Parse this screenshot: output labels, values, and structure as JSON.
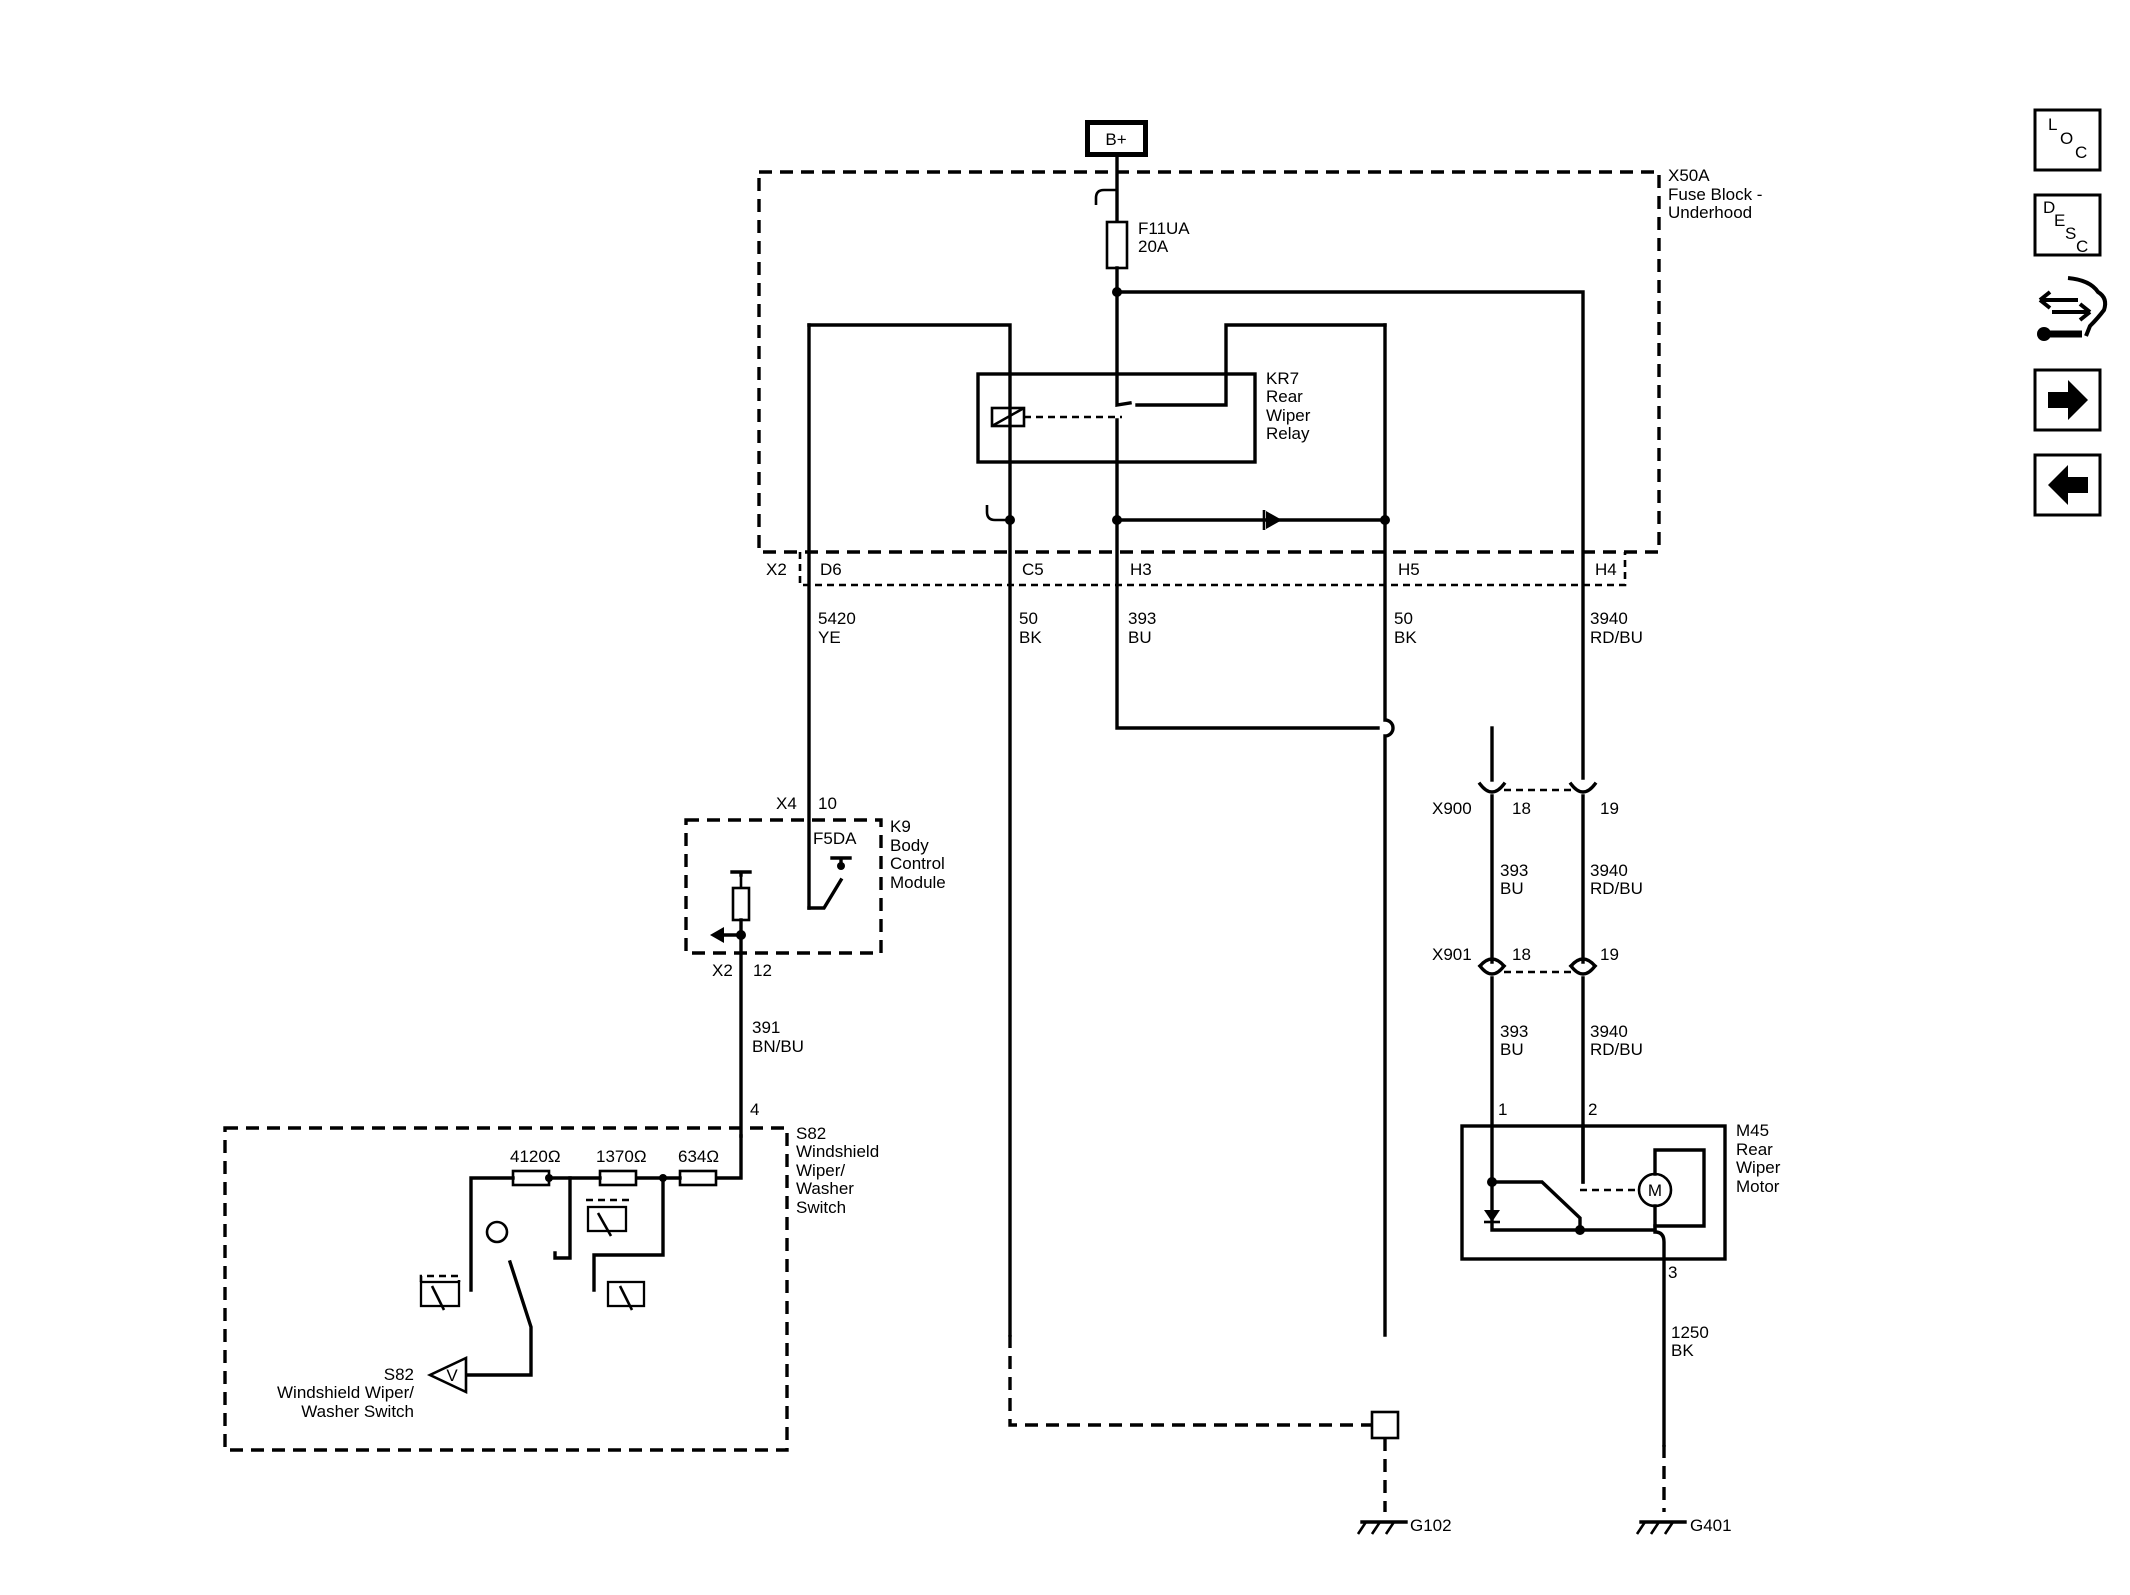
{
  "power": {
    "label": "B+"
  },
  "fuse_block": {
    "name": "X50A",
    "desc_lines": [
      "Fuse Block -",
      "Underhood"
    ],
    "fuse_name": "F11UA",
    "fuse_rating": "20A",
    "connector": "X2",
    "pins": [
      "D6",
      "C5",
      "H3",
      "H5",
      "H4"
    ]
  },
  "relay": {
    "name": "KR7",
    "desc_lines": [
      "Rear",
      "Wiper",
      "Relay"
    ]
  },
  "wires": [
    {
      "circuit": "5420",
      "color": "YE"
    },
    {
      "circuit": "50",
      "color": "BK"
    },
    {
      "circuit": "393",
      "color": "BU"
    },
    {
      "circuit": "50",
      "color": "BK"
    },
    {
      "circuit": "3940",
      "color": "RD/BU"
    },
    {
      "circuit": "393",
      "color": "BU"
    },
    {
      "circuit": "3940",
      "color": "RD/BU"
    },
    {
      "circuit": "393",
      "color": "BU"
    },
    {
      "circuit": "3940",
      "color": "RD/BU"
    },
    {
      "circuit": "391",
      "color": "BN/BU"
    },
    {
      "circuit": "1250",
      "color": "BK"
    }
  ],
  "bcm": {
    "name": "K9",
    "desc_lines": [
      "Body",
      "Control",
      "Module"
    ],
    "fet": "F5DA",
    "top_connector": "X4",
    "top_pin": "10",
    "bottom_connector": "X2",
    "bottom_pin": "12"
  },
  "inline_connectors": [
    {
      "name": "X900",
      "pin_a": "18",
      "pin_b": "19"
    },
    {
      "name": "X901",
      "pin_a": "18",
      "pin_b": "19"
    }
  ],
  "switch": {
    "name": "S82",
    "desc_lines": [
      "Windshield",
      "Wiper/",
      "Washer",
      "Switch"
    ],
    "label_lines": [
      "S82",
      "Windshield Wiper/",
      "Washer Switch"
    ],
    "pin": "4",
    "resistors": [
      "4120Ω",
      "1370Ω",
      "634Ω"
    ],
    "arrow_symbol": "V"
  },
  "motor": {
    "name": "M45",
    "desc_lines": [
      "Rear",
      "Wiper",
      "Motor"
    ],
    "symbol": "M",
    "pins": [
      "1",
      "2",
      "3"
    ]
  },
  "grounds": [
    "G102",
    "G401"
  ],
  "nav": {
    "loc": [
      "L",
      "O",
      "C"
    ],
    "desc": [
      "D",
      "E",
      "S",
      "C"
    ]
  }
}
